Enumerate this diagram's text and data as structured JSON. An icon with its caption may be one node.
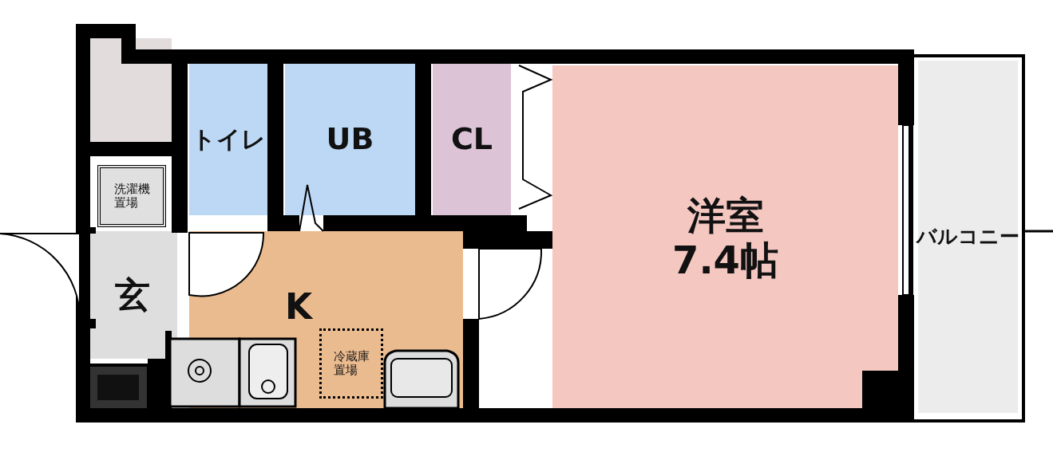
{
  "diagram": {
    "nodes": [
      {
        "text": [
          "トイレ"
        ]
      },
      {
        "text": [
          "UB"
        ]
      },
      {
        "text": [
          "CL"
        ]
      },
      {
        "text": [
          "洋室",
          "7.4帖"
        ]
      },
      {
        "text": [
          "バルコニー"
        ]
      },
      {
        "text": [
          "洗濯機置場"
        ]
      },
      {
        "text": [
          "玄"
        ]
      },
      {
        "text": [
          "K"
        ]
      },
      {
        "text": [
          "冷蔵庫置場"
        ],
        "in": 7
      }
    ]
  }
}
